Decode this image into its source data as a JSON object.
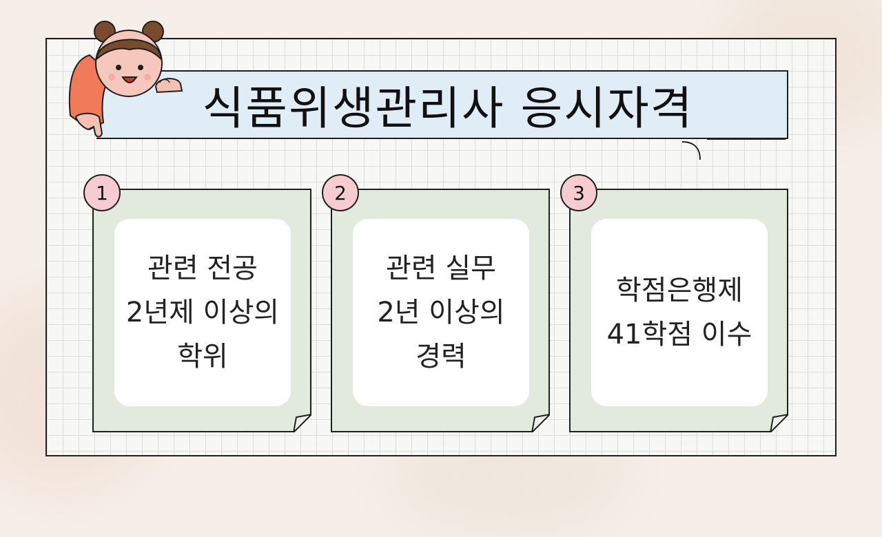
{
  "title": "식품위생관리사 응시자격",
  "cards": [
    {
      "number": "1",
      "lines": [
        "관련 전공",
        "2년제 이상의",
        "학위"
      ]
    },
    {
      "number": "2",
      "lines": [
        "관련 실무",
        "2년 이상의",
        "경력"
      ]
    },
    {
      "number": "3",
      "lines": [
        "학점은행제",
        "41학점 이수"
      ]
    }
  ],
  "colors": {
    "banner": "#e1edf6",
    "card": "#e2e9dd",
    "badge": "#f6ccd0",
    "girl_sleeve": "#f07a5a",
    "girl_hair": "#7a4a2e"
  }
}
